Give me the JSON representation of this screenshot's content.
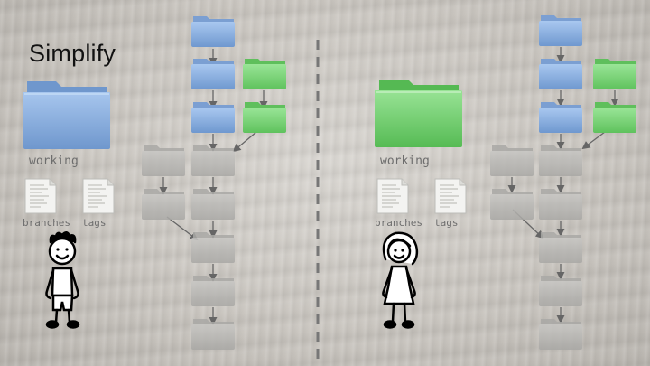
{
  "slide": {
    "title": "Simplify"
  },
  "panels": [
    {
      "working_label": "working",
      "branches_label": "branches",
      "tags_label": "tags",
      "working_folder_color": "#7fa6d8",
      "figure": "boy"
    },
    {
      "working_label": "working",
      "branches_label": "branches",
      "tags_label": "tags",
      "working_folder_color": "#72d16f",
      "figure": "girl"
    }
  ],
  "colors": {
    "blue_folder": "#8fb3e3",
    "green_folder": "#7fd37b",
    "gray_folder": "#b9b8b5",
    "arrow": "#666666",
    "divider": "#7a7a7a"
  }
}
